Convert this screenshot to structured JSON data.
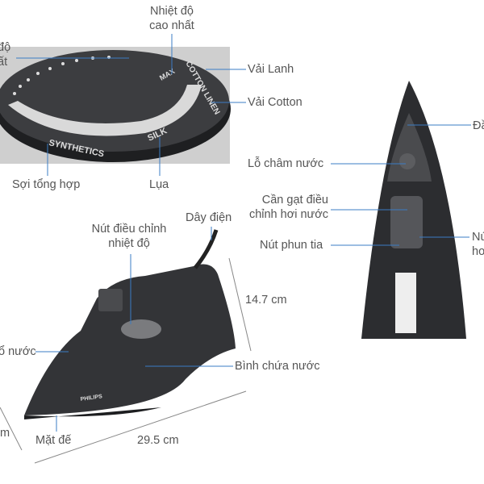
{
  "dial": {
    "labels": {
      "min_temp_partial": [
        "độ",
        "ất"
      ],
      "max_temp": [
        "Nhiệt độ",
        "cao nhất"
      ],
      "linen": "Vải Lanh",
      "cotton": "Vải Cotton",
      "synthetic": "Sợi tổng hợp",
      "silk": "Lụa"
    },
    "printed": {
      "synthetics": "SYNTHETICS",
      "silk": "SILK",
      "cotton_linen": "COTTON LINEN",
      "max": "MAX"
    }
  },
  "top_view": {
    "labels": {
      "tip_partial": "Đầ",
      "fill_hole": "Lỗ châm nước",
      "steam_lever": [
        "Cần gạt điều",
        "chỉnh hơi nước"
      ],
      "spray_button": "Nút phun tia",
      "steam_button_partial": [
        "Nú",
        "hơ"
      ]
    }
  },
  "side_view": {
    "labels": {
      "temp_knob": [
        "Nút điều chỉnh",
        "nhiệt độ"
      ],
      "cord": "Dây điện",
      "height": "14.7 cm",
      "fill_hole_partial": "ổ nước",
      "water_tank": "Bình chứa nước",
      "width_partial": "m",
      "soleplate": "Mặt đế",
      "length": "29.5 cm"
    },
    "brand": "PHILIPS"
  },
  "colors": {
    "line": "#3b7cc4",
    "text": "#555555",
    "iron": "#3a3b3d"
  }
}
